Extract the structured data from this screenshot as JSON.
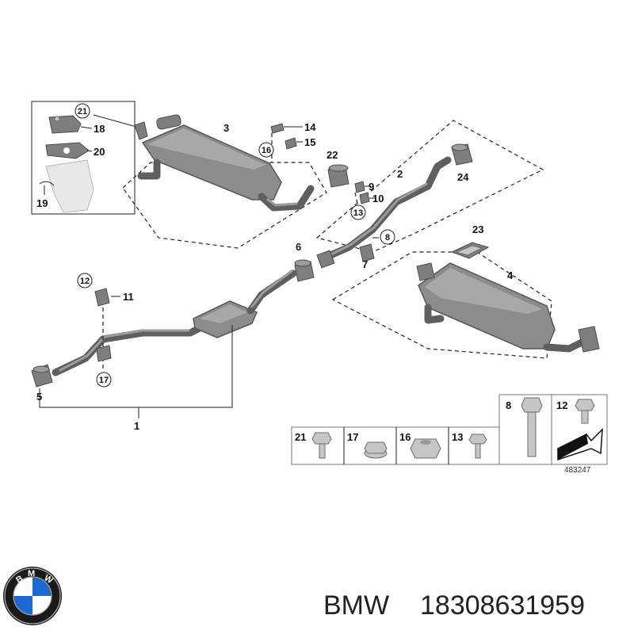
{
  "callouts": {
    "p1": "1",
    "p2": "2",
    "p3": "3",
    "p4": "4",
    "p5": "5",
    "p6": "6",
    "p7": "7",
    "p8": "8",
    "p9": "9",
    "p10": "10",
    "p11": "11",
    "p12": "12",
    "p13": "13",
    "p14": "14",
    "p15": "15",
    "p16": "16",
    "p17": "17",
    "p18": "18",
    "p19": "19",
    "p20": "20",
    "p21": "21",
    "p22": "22",
    "p23": "23",
    "p24": "24"
  },
  "hardware_table": {
    "cells": [
      "21",
      "17",
      "16",
      "13"
    ],
    "upper_cells": [
      "8",
      "12"
    ]
  },
  "reference_number": "483247",
  "brand": {
    "name": "BMW",
    "part_number": "18308631959",
    "logo_letters": "BMW",
    "logo_colors": {
      "blue": "#1c69d4",
      "white": "#ffffff",
      "ring": "#1a1a1a"
    }
  }
}
